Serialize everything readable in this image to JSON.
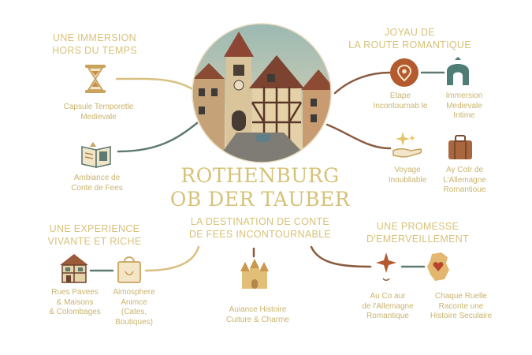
{
  "title": "ROTHENBURG\nOB DER TAUBER",
  "subtitle": "LA DESTINATION DE CONTE\nDE FEES INCONTOURNABLE",
  "colors": {
    "gold": "#d6c276",
    "line_gold": "#d9c080",
    "line_teal": "#5e7a72",
    "line_brown": "#8a5a3e",
    "rust": "#b35a2f",
    "teal": "#4f7c75"
  },
  "sections": {
    "immersion": {
      "heading": "UNE IMMERSION\nHORS DU TEMPS"
    },
    "joyau": {
      "heading": "JOYAU DE\nLA ROUTE ROMANTIQUE"
    },
    "experience": {
      "heading": "UNE EXPERIENCE\nVIVANTE ET RICHE"
    },
    "promesse": {
      "heading": "UNE PROMESSE\nD'EMERVEILLEMENT"
    }
  },
  "items": {
    "capsule": {
      "label": "Capsule Temporetle\nMedievale",
      "icon": "hourglass-icon"
    },
    "ambiance": {
      "label": "Ambiance de\nConte de Fees",
      "icon": "storybook-icon"
    },
    "etape": {
      "label": "Etape\nIncontournab le",
      "icon": "map-pin-icon"
    },
    "immersion_medievale": {
      "label": "Immersion\nMedievale\nIntime",
      "icon": "arch-icon"
    },
    "voyage": {
      "label": "Voyage\nInoubliable",
      "icon": "sparkle-hand-icon"
    },
    "coeur": {
      "label": "Ay Cotr de\nL'Allemagne\nRomantioue",
      "icon": "suitcase-icon"
    },
    "rues": {
      "label": "Rues Pavees\n& Maisons\n& Colombages",
      "icon": "half-timbered-house-icon"
    },
    "atmosphere": {
      "label": "Aimosphere\nAnimce\n(Cates,\nBoutiques)",
      "icon": "shopping-bag-icon"
    },
    "alliance": {
      "label": "Auiance Histoire\nCuiture & Charme",
      "icon": "castle-icon"
    },
    "au_co": {
      "label": "Au Co aur\nde l'Allemagne\nRomantique",
      "icon": "compass-star-icon"
    },
    "ruelle": {
      "label": "Chaque Ruelle\nRaconte une\nHistoire Seculaire",
      "icon": "germany-heart-icon"
    }
  }
}
